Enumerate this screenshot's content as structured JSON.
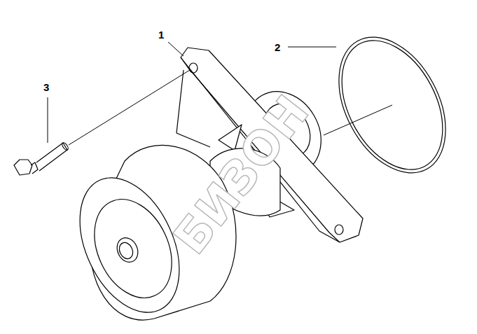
{
  "diagram": {
    "labels": [
      "1",
      "2",
      "3",
      "БИЗОН"
    ]
  }
}
